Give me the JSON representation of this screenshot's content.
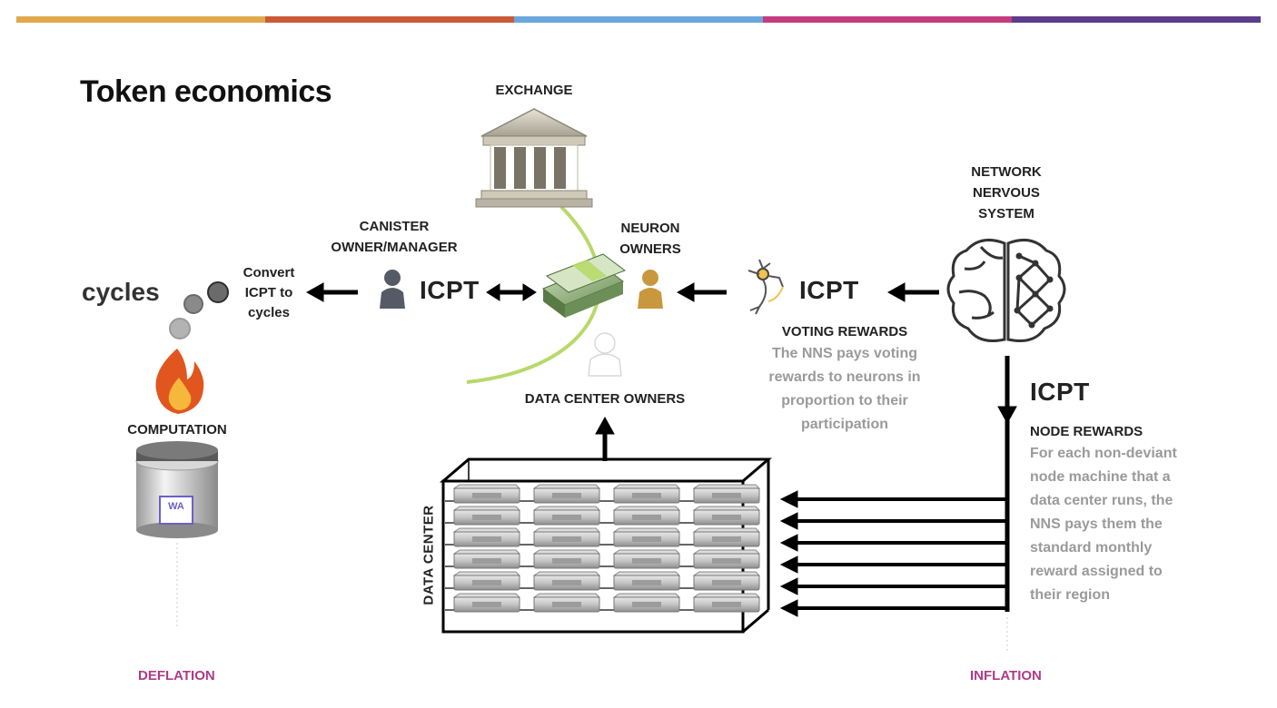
{
  "top_bar_colors": [
    "#e0a94b",
    "#cc5b35",
    "#6aa7dc",
    "#c53c7e",
    "#5d3c8a"
  ],
  "title": "Token economics",
  "exchange": {
    "label": "EXCHANGE"
  },
  "canister_owner": {
    "label_line1": "CANISTER",
    "label_line2": "OWNER/MANAGER"
  },
  "neuron_owners": {
    "label_line1": "NEURON",
    "label_line2": "OWNERS"
  },
  "nns": {
    "label_line1": "NETWORK",
    "label_line2": "NERVOUS",
    "label_line3": "SYSTEM"
  },
  "tokens": {
    "icpt_left": "ICPT",
    "icpt_right": "ICPT",
    "icpt_down": "ICPT"
  },
  "cycles": {
    "label": "cycles"
  },
  "convert": {
    "line1": "Convert",
    "line2": "ICPT to",
    "line3": "cycles"
  },
  "computation": {
    "label": "COMPUTATION",
    "badge": "WA"
  },
  "voting": {
    "title": "VOTING REWARDS",
    "line1": "The NNS pays voting",
    "line2": "rewards to neurons in",
    "line3": "proportion to their",
    "line4": "participation"
  },
  "node": {
    "title": "NODE REWARDS",
    "line1": "For each non-deviant",
    "line2": "node machine that a",
    "line3": "data center runs, the",
    "line4": "NNS pays them the",
    "line5": "standard monthly",
    "line6": "reward assigned to",
    "line7": "their region"
  },
  "data_center_owners": {
    "label": "DATA CENTER OWNERS"
  },
  "data_center": {
    "label": "DATA CENTER"
  },
  "deflation": {
    "label": "DEFLATION"
  },
  "inflation": {
    "label": "INFLATION"
  }
}
